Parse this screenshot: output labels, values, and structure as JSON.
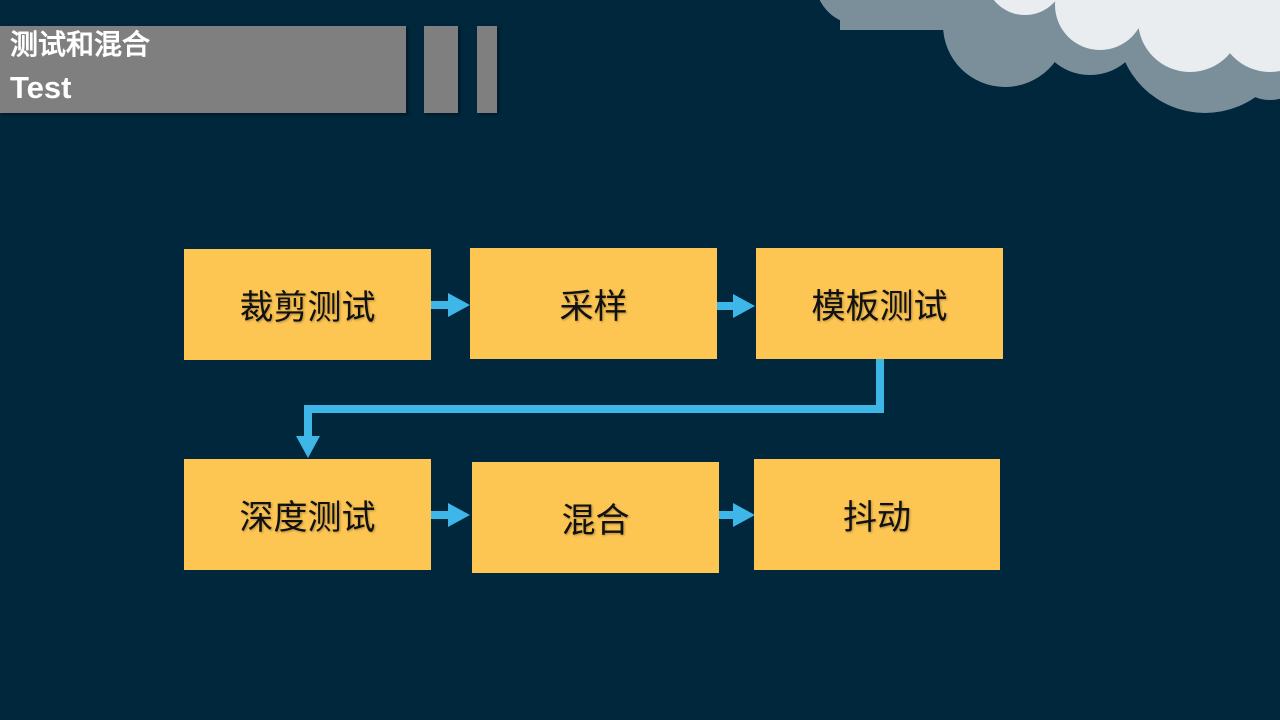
{
  "title": {
    "line1": "测试和混合",
    "line2": "Test"
  },
  "flowchart": {
    "steps": [
      {
        "label": "裁剪测试"
      },
      {
        "label": "采样"
      },
      {
        "label": "模板测试"
      },
      {
        "label": "深度测试"
      },
      {
        "label": "混合"
      },
      {
        "label": "抖动"
      }
    ]
  },
  "colors": {
    "background": "#00273c",
    "title_bar": "#7f7f7f",
    "step_box": "#fdc552",
    "arrow": "#3eb6e8",
    "cloud_dark": "#7b8f9b",
    "cloud_light": "#e9edf0"
  }
}
